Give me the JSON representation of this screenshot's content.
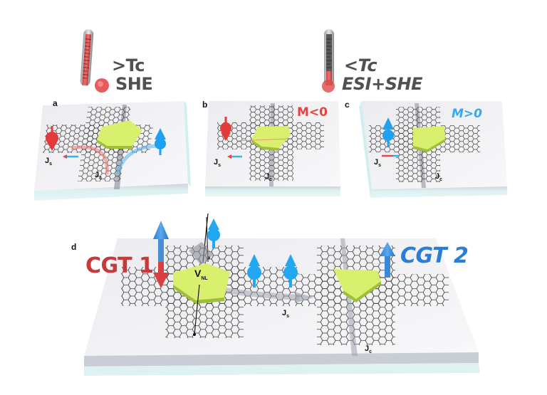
{
  "figure": {
    "thermometer_left": {
      "label_line1": ">Tc",
      "label_line2": "SHE",
      "state": "hot"
    },
    "thermometer_right": {
      "label_line1": "<Tc",
      "label_line2": "ESI+SHE",
      "state": "cold"
    },
    "panels": [
      {
        "letter": "a",
        "js_label": "J",
        "js_sub": "s",
        "jc_label": "J",
        "jc_sub": "c",
        "m_label": ""
      },
      {
        "letter": "b",
        "js_label": "J",
        "js_sub": "s",
        "jc_label": "J",
        "jc_sub": "c",
        "m_label": "M<0"
      },
      {
        "letter": "c",
        "js_label": "J",
        "js_sub": "s",
        "jc_label": "J",
        "jc_sub": "c",
        "m_label": "M>0"
      }
    ],
    "panel_d": {
      "letter": "d",
      "cgt1_label": "CGT 1",
      "cgt2_label": "CGT 2",
      "vnl_label": "V",
      "vnl_sub": "NL",
      "js_label": "J",
      "js_sub": "s",
      "jc_label": "J",
      "jc_sub": "c"
    },
    "colors": {
      "spin_up": "#2aa8f0",
      "spin_down": "#e83a3a",
      "cgt1_text": "#c83a3a",
      "cgt2_text": "#2a7fd4",
      "m_neg": "#e8423f",
      "m_pos": "#35a9f0",
      "electrode": "#d9ef6e",
      "label_gray": "#505050"
    }
  }
}
